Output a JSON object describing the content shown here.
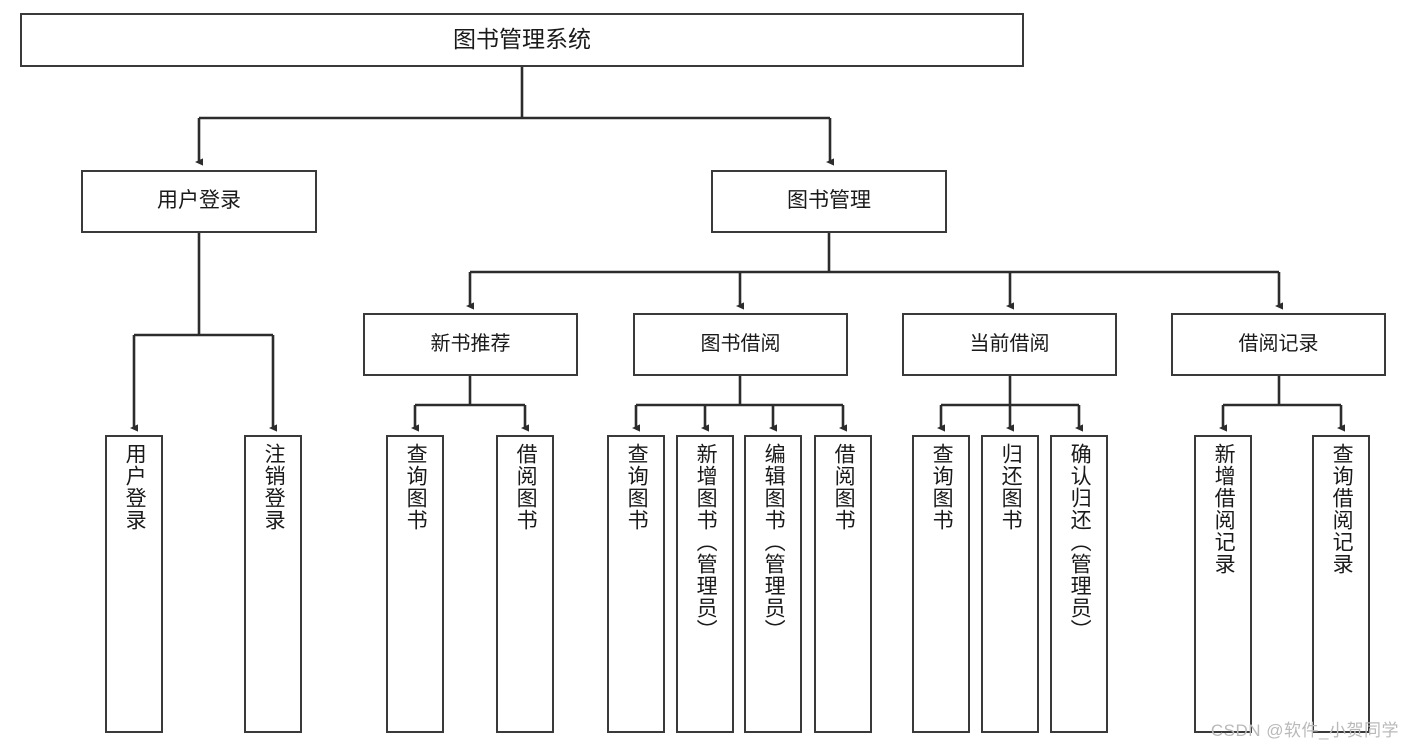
{
  "diagram": {
    "type": "hierarchy-tree",
    "watermark": "CSDN @软件_小贺同学",
    "root": {
      "label": "图书管理系统"
    },
    "level1": [
      {
        "label": "用户登录"
      },
      {
        "label": "图书管理"
      }
    ],
    "level2": [
      {
        "label": "新书推荐"
      },
      {
        "label": "图书借阅"
      },
      {
        "label": "当前借阅"
      },
      {
        "label": "借阅记录"
      }
    ],
    "leaves": {
      "user_login": [
        {
          "label": "用户登录"
        },
        {
          "label": "注销登录"
        }
      ],
      "new_book_recommend": [
        {
          "label": "查询图书"
        },
        {
          "label": "借阅图书"
        }
      ],
      "book_borrow": [
        {
          "label": "查询图书"
        },
        {
          "label": "新增图书（管理员）"
        },
        {
          "label": "编辑图书（管理员）"
        },
        {
          "label": "借阅图书"
        }
      ],
      "current_borrow": [
        {
          "label": "查询图书"
        },
        {
          "label": "归还图书"
        },
        {
          "label": "确认归还（管理员）"
        }
      ],
      "borrow_record": [
        {
          "label": "新增借阅记录"
        },
        {
          "label": "查询借阅记录"
        }
      ]
    },
    "colors": {
      "stroke": "#3a3a3a",
      "background": "#ffffff",
      "text": "#1a1a1a",
      "watermark": "#b9b9b9"
    }
  }
}
